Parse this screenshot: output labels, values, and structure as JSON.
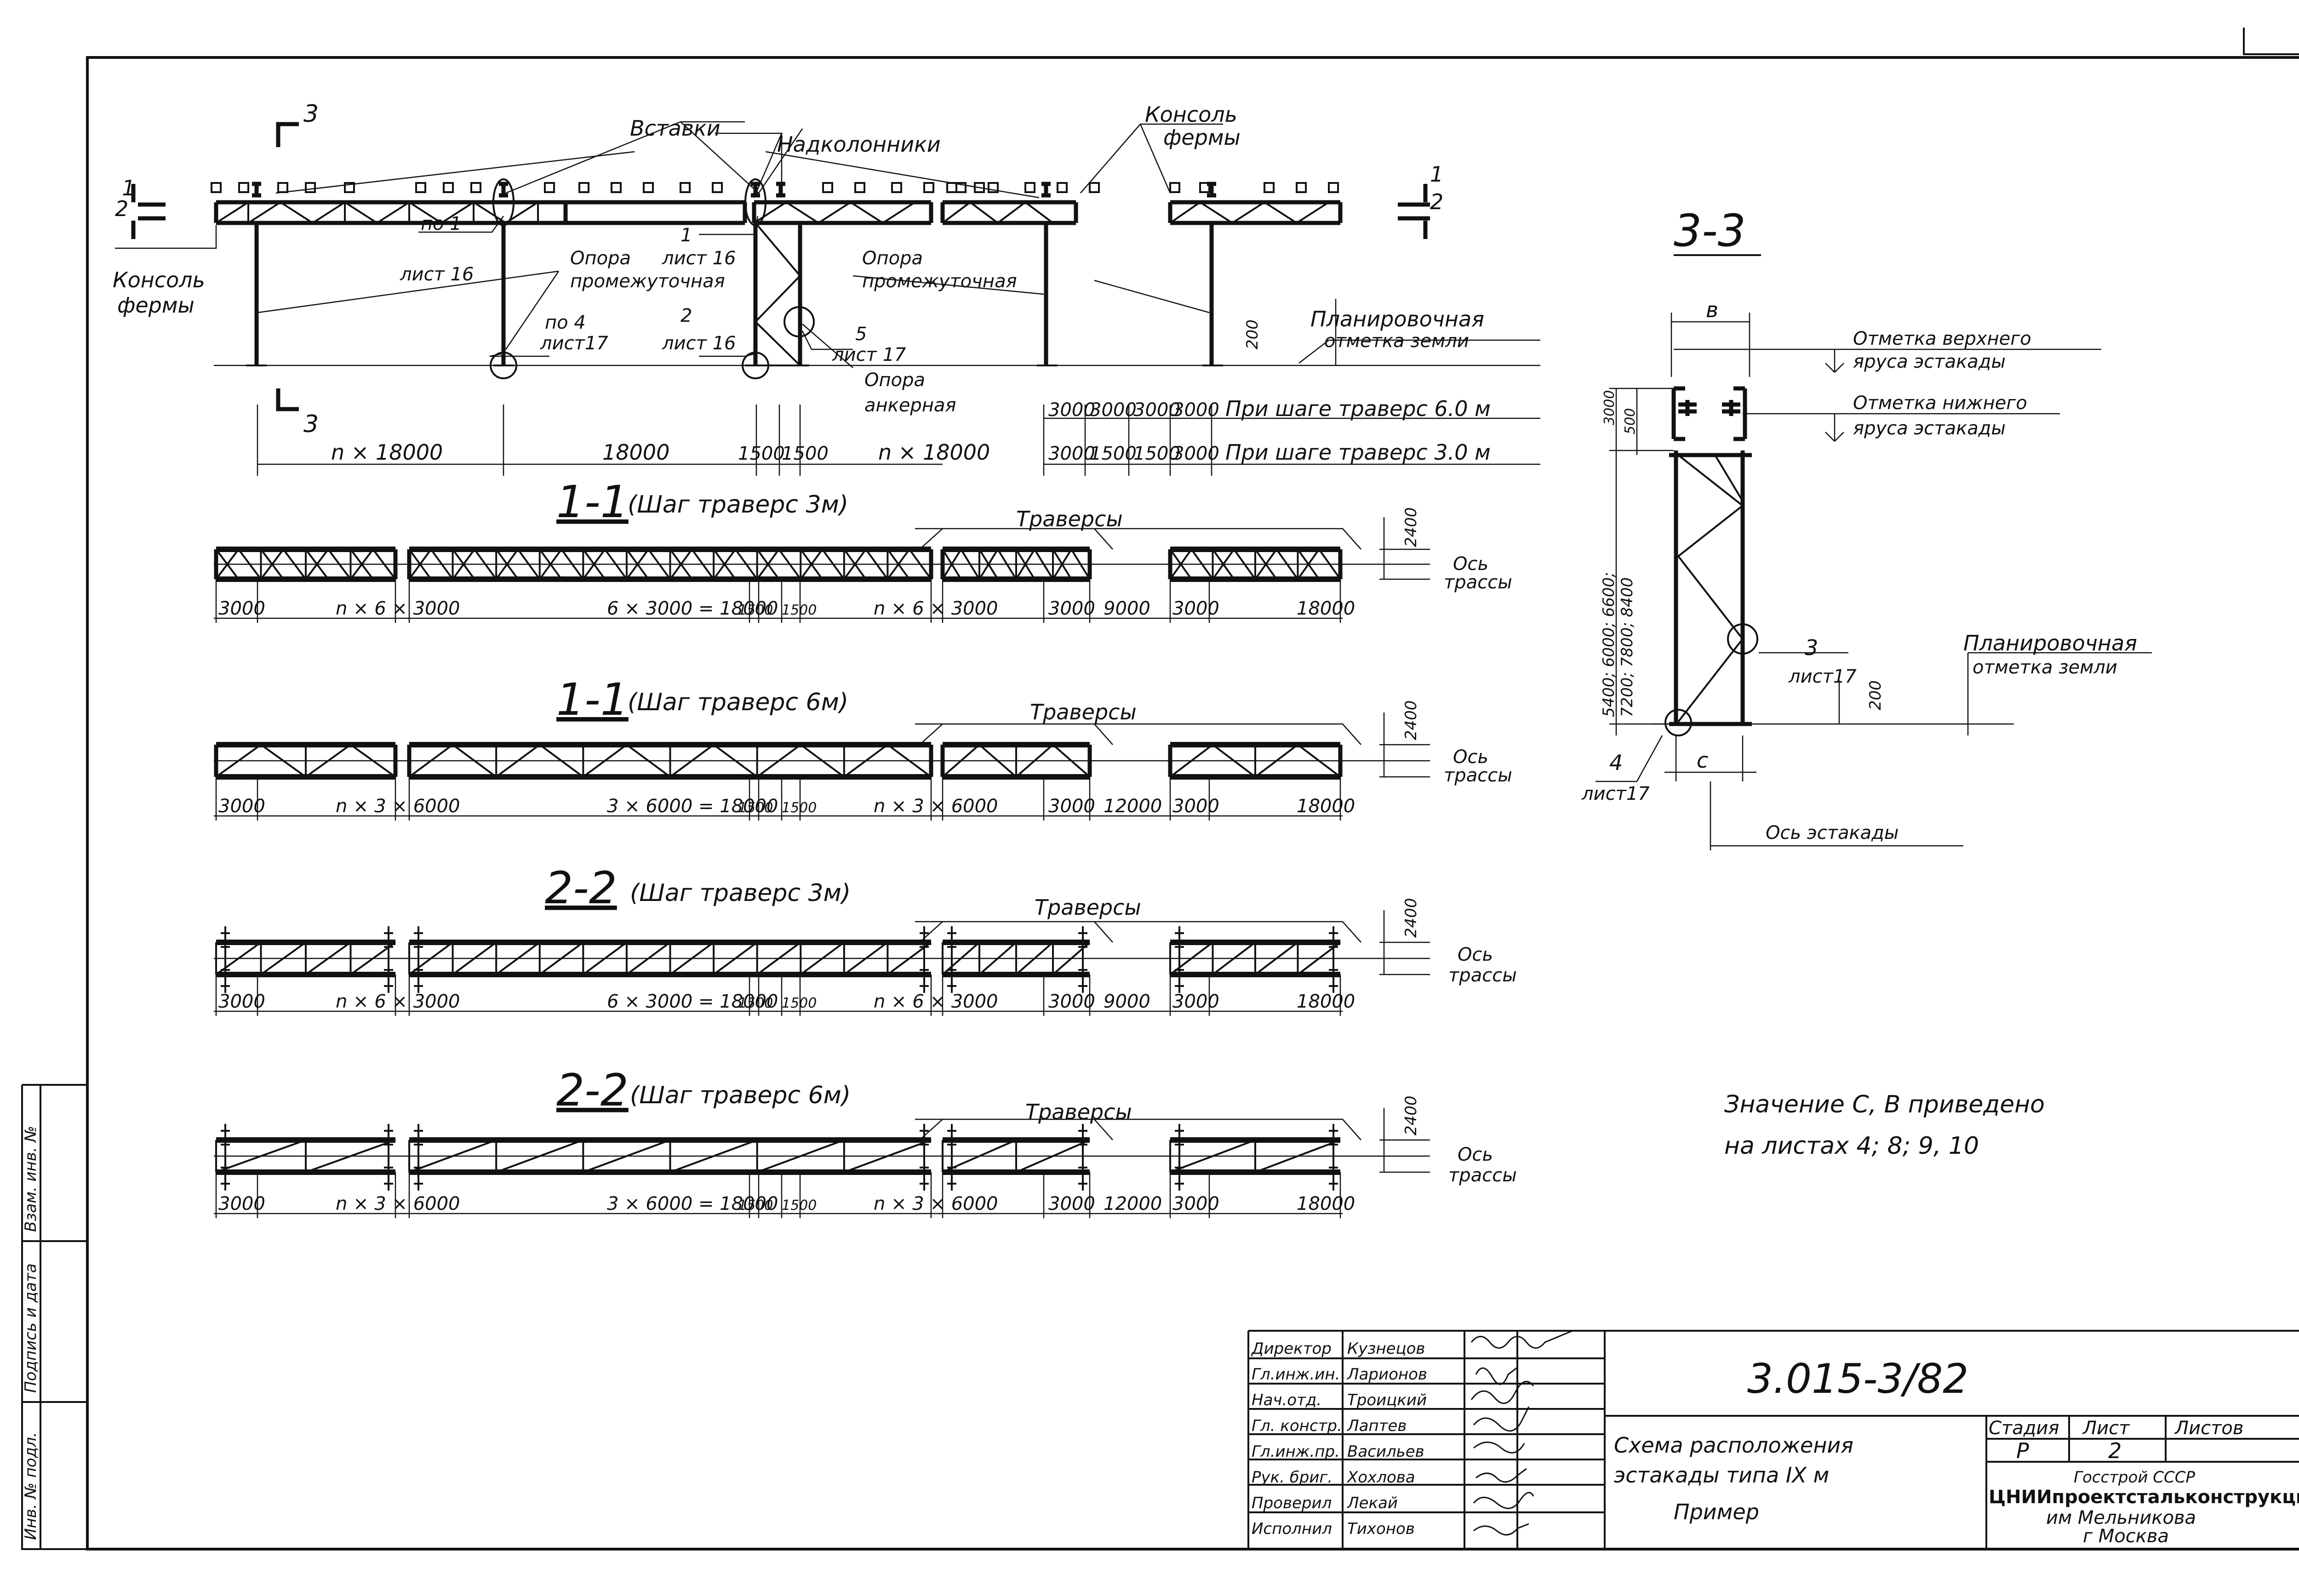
{
  "section_markers": {
    "s3": "3",
    "s1": "1",
    "s2": "2"
  },
  "plan": {
    "label_vstavki": "Вставки",
    "label_nadkolonniki": "Надколонники",
    "label_konsol_fermy_left_1": "Консоль",
    "label_konsol_fermy_left_2": "фермы",
    "label_konsol_fermy_right_1": "Консоль",
    "label_konsol_fermy_right_2": "фермы",
    "callout_po1_a": "по 1",
    "callout_po1_b": "лист 16",
    "callout_1_a": "1",
    "callout_1_b": "лист 16",
    "opora_prom_1a": "Опора",
    "opora_prom_1b": "промежуточная",
    "opora_prom_2a": "Опора",
    "opora_prom_2b": "промежуточная",
    "callout_po4_a": "по 4",
    "callout_po4_b": "лист17",
    "callout_2_a": "2",
    "callout_2_b": "лист 16",
    "callout_5_a": "5",
    "callout_5_b": "лист 17",
    "opora_ank_a": "Опора",
    "opora_ank_b": "анкерная",
    "dim_200": "200",
    "plan_otm_a": "Планировочная",
    "plan_otm_b": "отметка земли",
    "dims_row1": [
      "3000",
      "3000",
      "3000",
      "3000"
    ],
    "row1_note": "При шаге траверс 6.0 м",
    "dims_row2_left": [
      "n × 18000",
      "18000",
      "1500",
      "1500",
      "n × 18000"
    ],
    "dims_row2_right": [
      "3000",
      "1500",
      "1500",
      "3000"
    ],
    "row2_note": "При шаге траверс 3.0 м"
  },
  "sec11_3m": {
    "title_num": "1-1",
    "title_rest": "(Шаг траверс 3м)",
    "travers": "Траверсы",
    "h": "2400",
    "axis_a": "Ось",
    "axis_b": "трассы",
    "dims": [
      "3000",
      "n × 6 × 3000",
      "6 × 3000 = 18000",
      "1500",
      "1500",
      "n × 6 × 3000",
      "3000",
      "9000",
      "3000",
      "18000"
    ]
  },
  "sec11_6m": {
    "title_num": "1-1",
    "title_rest": "(Шаг траверс 6м)",
    "travers": "Траверсы",
    "h": "2400",
    "axis_a": "Ось",
    "axis_b": "трассы",
    "dims": [
      "3000",
      "n × 3 × 6000",
      "3 × 6000 = 18000",
      "1500",
      "1500",
      "n × 3 × 6000",
      "3000",
      "12000",
      "3000",
      "18000"
    ]
  },
  "sec22_3m": {
    "title_num": "2-2",
    "title_rest": "(Шаг траверс 3м)",
    "travers": "Траверсы",
    "h": "2400",
    "axis_a": "Ось",
    "axis_b": "трассы",
    "dims": [
      "3000",
      "n × 6 × 3000",
      "6 × 3000 = 18000",
      "1500",
      "1500",
      "n × 6 × 3000",
      "3000",
      "9000",
      "3000",
      "18000"
    ]
  },
  "sec22_6m": {
    "title_num": "2-2",
    "title_rest": "(Шаг траверс 6м)",
    "travers": "Траверсы",
    "h": "2400",
    "axis_a": "Ось",
    "axis_b": "трассы",
    "dims": [
      "3000",
      "n × 3 × 6000",
      "3 × 6000 = 18000",
      "1500",
      "1500",
      "n × 3 × 6000",
      "3000",
      "12000",
      "3000",
      "18000"
    ]
  },
  "sec33": {
    "title": "3-3",
    "b": "в",
    "c": "с",
    "otm_top_a": "Отметка верхнего",
    "otm_top_b": "яруса эстакады",
    "otm_low_a": "Отметка нижнего",
    "otm_low_b": "яруса эстакады",
    "d3000": "3000",
    "d500": "500",
    "h_list_a": "5400; 6000; 6600;",
    "h_list_b": "7200; 7800; 8400",
    "plan_otm_a": "Планировочная",
    "plan_otm_b": "отметка земли",
    "d200": "200",
    "c3_a": "3",
    "c3_b": "лист17",
    "c4_a": "4",
    "c4_b": "лист17",
    "axis": "Ось эстакады"
  },
  "note": {
    "line1": "Значение С, В приведено",
    "line2": "на листах 4; 8; 9, 10"
  },
  "side_stamp": {
    "inv": "Взам. инв. №",
    "sign": "Подпись и дата",
    "inv_podl": "Инв. № подл."
  },
  "title_block": {
    "roles": [
      "Директор",
      "Гл.инж.ин.",
      "Нач.отд.",
      "Гл. констр.",
      "Гл.инж.пр.",
      "Рук. бриг.",
      "Проверил",
      "Исполнил"
    ],
    "names": [
      "Кузнецов",
      "Ларионов",
      "Троицкий",
      "Лаптев",
      "Васильев",
      "Хохлова",
      "Лекай",
      "Тихонов"
    ],
    "code": "3.015-3/82",
    "desc_1": "Схема расположения",
    "desc_2": "эстакады типа IX м",
    "desc_3": "Пример",
    "col_stage": "Стадия",
    "col_sheet": "Лист",
    "col_sheets": "Листов",
    "val_stage": "Р",
    "val_sheet": "2",
    "val_sheets": "",
    "org_1": "Госстрой СССР",
    "org_2": "ЦНИИпроектстальконструкция",
    "org_3": "им Мельникова",
    "org_4": "г Москва"
  }
}
